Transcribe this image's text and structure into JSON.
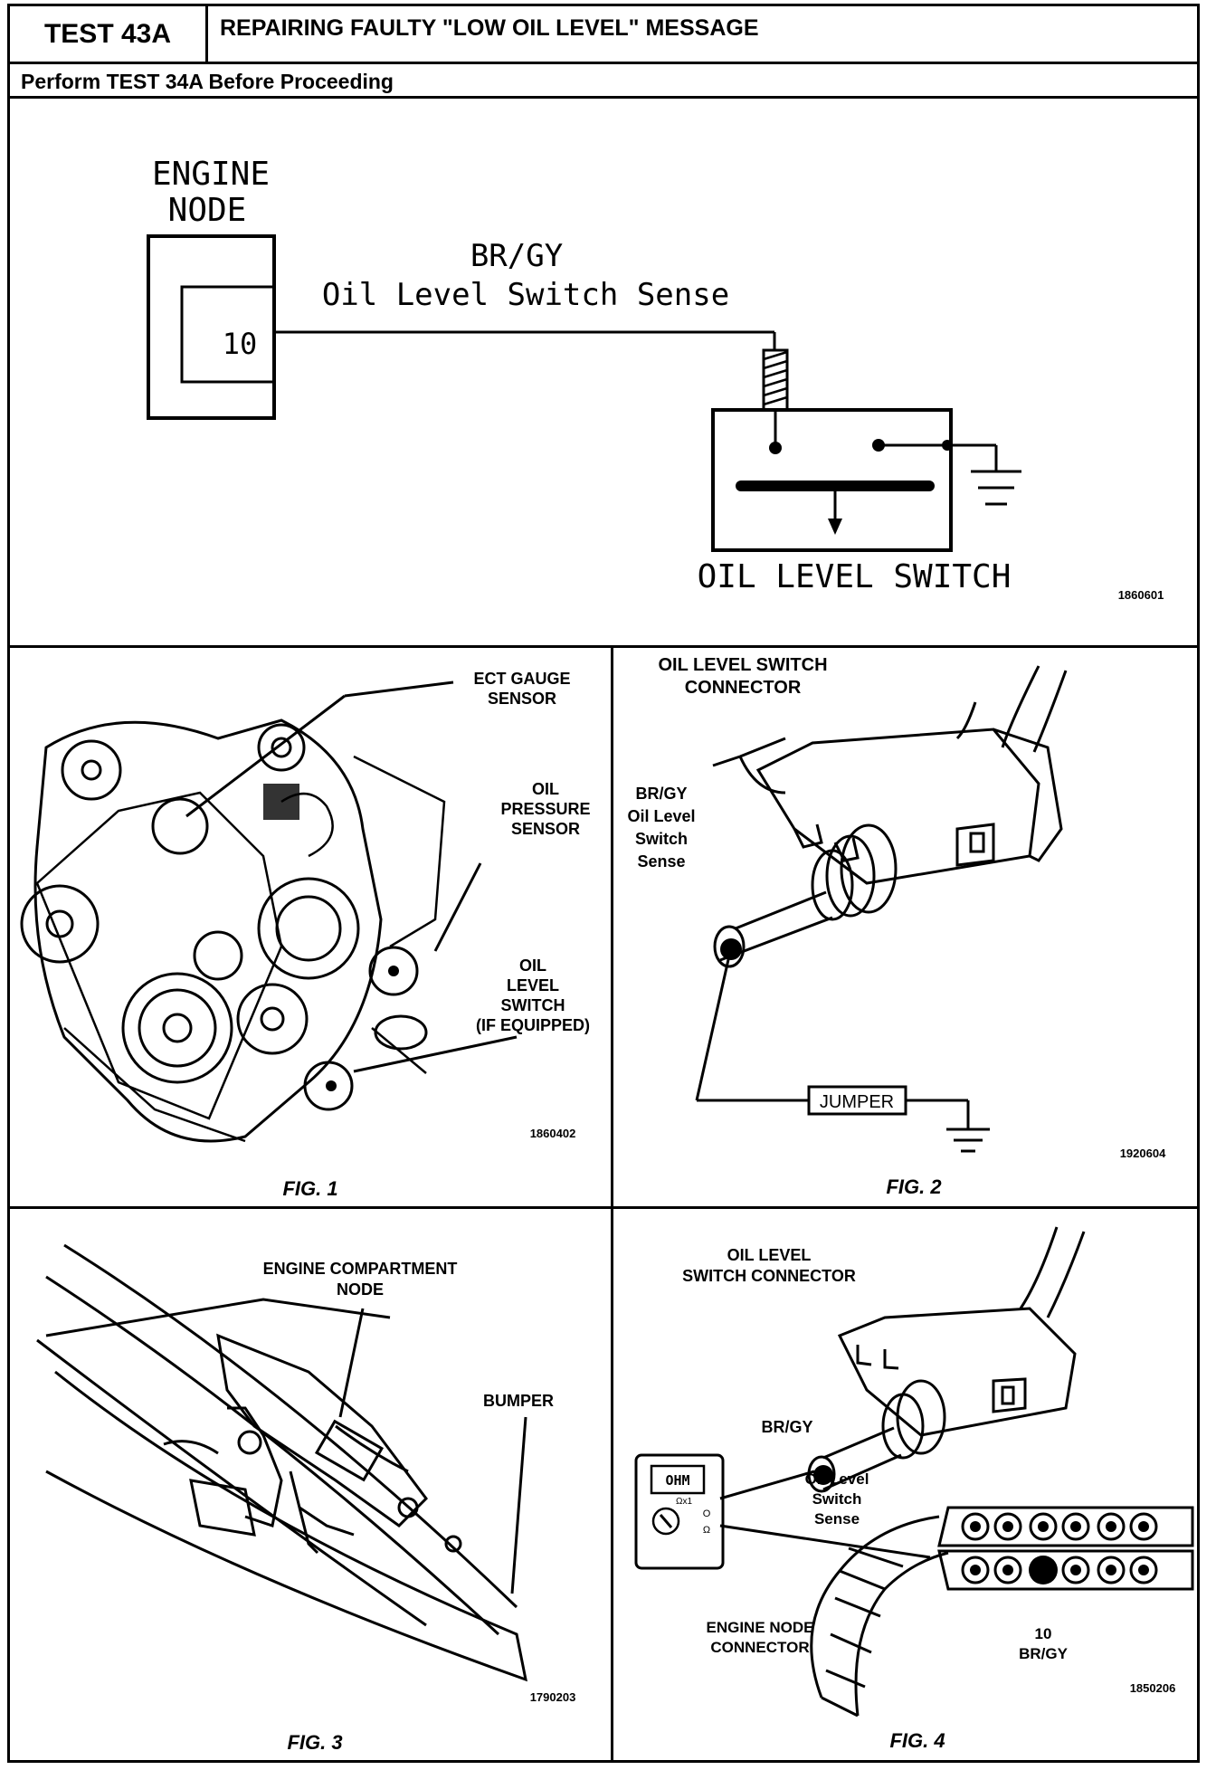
{
  "header": {
    "test_id": "TEST 43A",
    "title": "REPAIRING FAULTY \"LOW OIL LEVEL\" MESSAGE",
    "prerequisite": "Perform TEST 34A Before Proceeding"
  },
  "schematic": {
    "node_label_line1": "ENGINE",
    "node_label_line2": "NODE",
    "pin": "10",
    "wire_color": "BR/GY",
    "wire_function": "Oil Level Switch Sense",
    "switch_label": "OIL LEVEL SWITCH",
    "ref_code": "1860601"
  },
  "fig1": {
    "caption": "FIG. 1",
    "callouts": {
      "ect_line1": "ECT GAUGE",
      "ect_line2": "SENSOR",
      "ops_line1": "OIL",
      "ops_line2": "PRESSURE",
      "ops_line3": "SENSOR",
      "ols_line1": "OIL",
      "ols_line2": "LEVEL",
      "ols_line3": "SWITCH",
      "ols_line4": "(IF EQUIPPED)"
    },
    "ref_code": "1860402"
  },
  "fig2": {
    "caption": "FIG. 2",
    "title_line1": "OIL LEVEL SWITCH",
    "title_line2": "CONNECTOR",
    "wire_line1": "BR/GY",
    "wire_line2": "Oil Level",
    "wire_line3": "Switch",
    "wire_line4": "Sense",
    "jumper": "JUMPER",
    "ref_code": "1920604"
  },
  "fig3": {
    "caption": "FIG. 3",
    "node_line1": "ENGINE COMPARTMENT",
    "node_line2": "NODE",
    "bumper": "BUMPER",
    "ref_code": "1790203"
  },
  "fig4": {
    "caption": "FIG. 4",
    "title_line1": "OIL LEVEL",
    "title_line2": "SWITCH CONNECTOR",
    "wire": "BR/GY",
    "sense_line1": "Oil Level",
    "sense_line2": "Switch",
    "sense_line3": "Sense",
    "meter_display": "OHM",
    "meter_range": "Ωx1",
    "meter_terminal_1": "O",
    "meter_terminal_2": "Ω",
    "node_conn_line1": "ENGINE NODE",
    "node_conn_line2": "CONNECTOR",
    "pin_number": "10",
    "pin_color": "BR/GY",
    "ref_code": "1850206"
  }
}
